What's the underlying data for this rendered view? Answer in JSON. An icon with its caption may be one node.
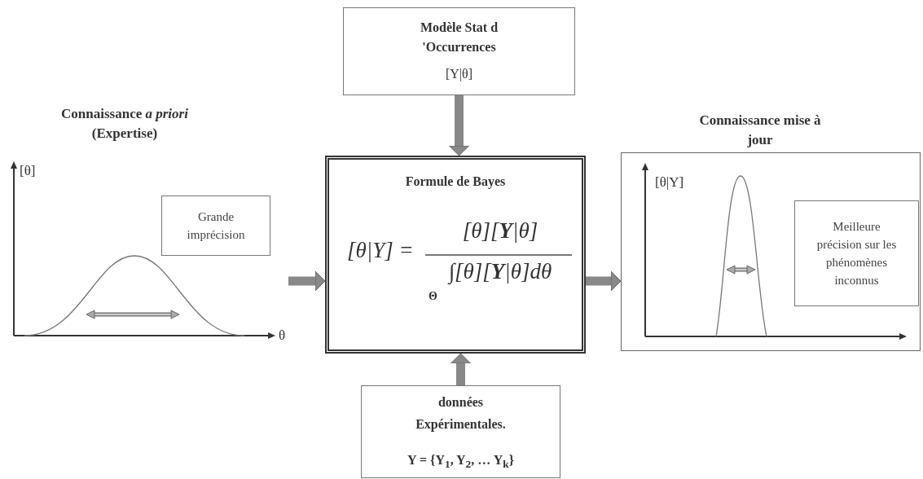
{
  "diagram": {
    "nodes": [
      {
        "text": [
          "Connaissance *a priori* (Expertise)"
        ]
      },
      {
        "text": [
          "Grande imprécision"
        ],
        "in": 0
      },
      {
        "text": [
          "Modèle Stat d 'Occurrences",
          "[Y|θ]"
        ]
      },
      {
        "text": [
          "Formule de Bayes",
          "[θ|Y] =",
          "[θ][**Y**|θ]",
          "∫[θ][**Y**|θ]dθ",
          "Θ"
        ]
      },
      {
        "text": [
          "données Expérimentales.",
          "Y = {Y$_{1}$, Y$_{2}$, … Y$_{k}$}"
        ]
      },
      {
        "text": [
          "Connaissance mise à jour"
        ]
      },
      {
        "text": [
          "Meilleure précision sur les phénomènes inconnus"
        ],
        "in": 5
      }
    ],
    "edges": [
      {
        "from": 2,
        "to": 3,
        "arrow": "to"
      },
      {
        "from": 0,
        "to": 3,
        "arrow": "to"
      },
      {
        "from": 3,
        "to": 5,
        "arrow": "to"
      },
      {
        "from": 4,
        "to": 3,
        "arrow": "to"
      }
    ],
    "labels": [
      "[θ]",
      "θ",
      "[θ|Y]"
    ]
  }
}
